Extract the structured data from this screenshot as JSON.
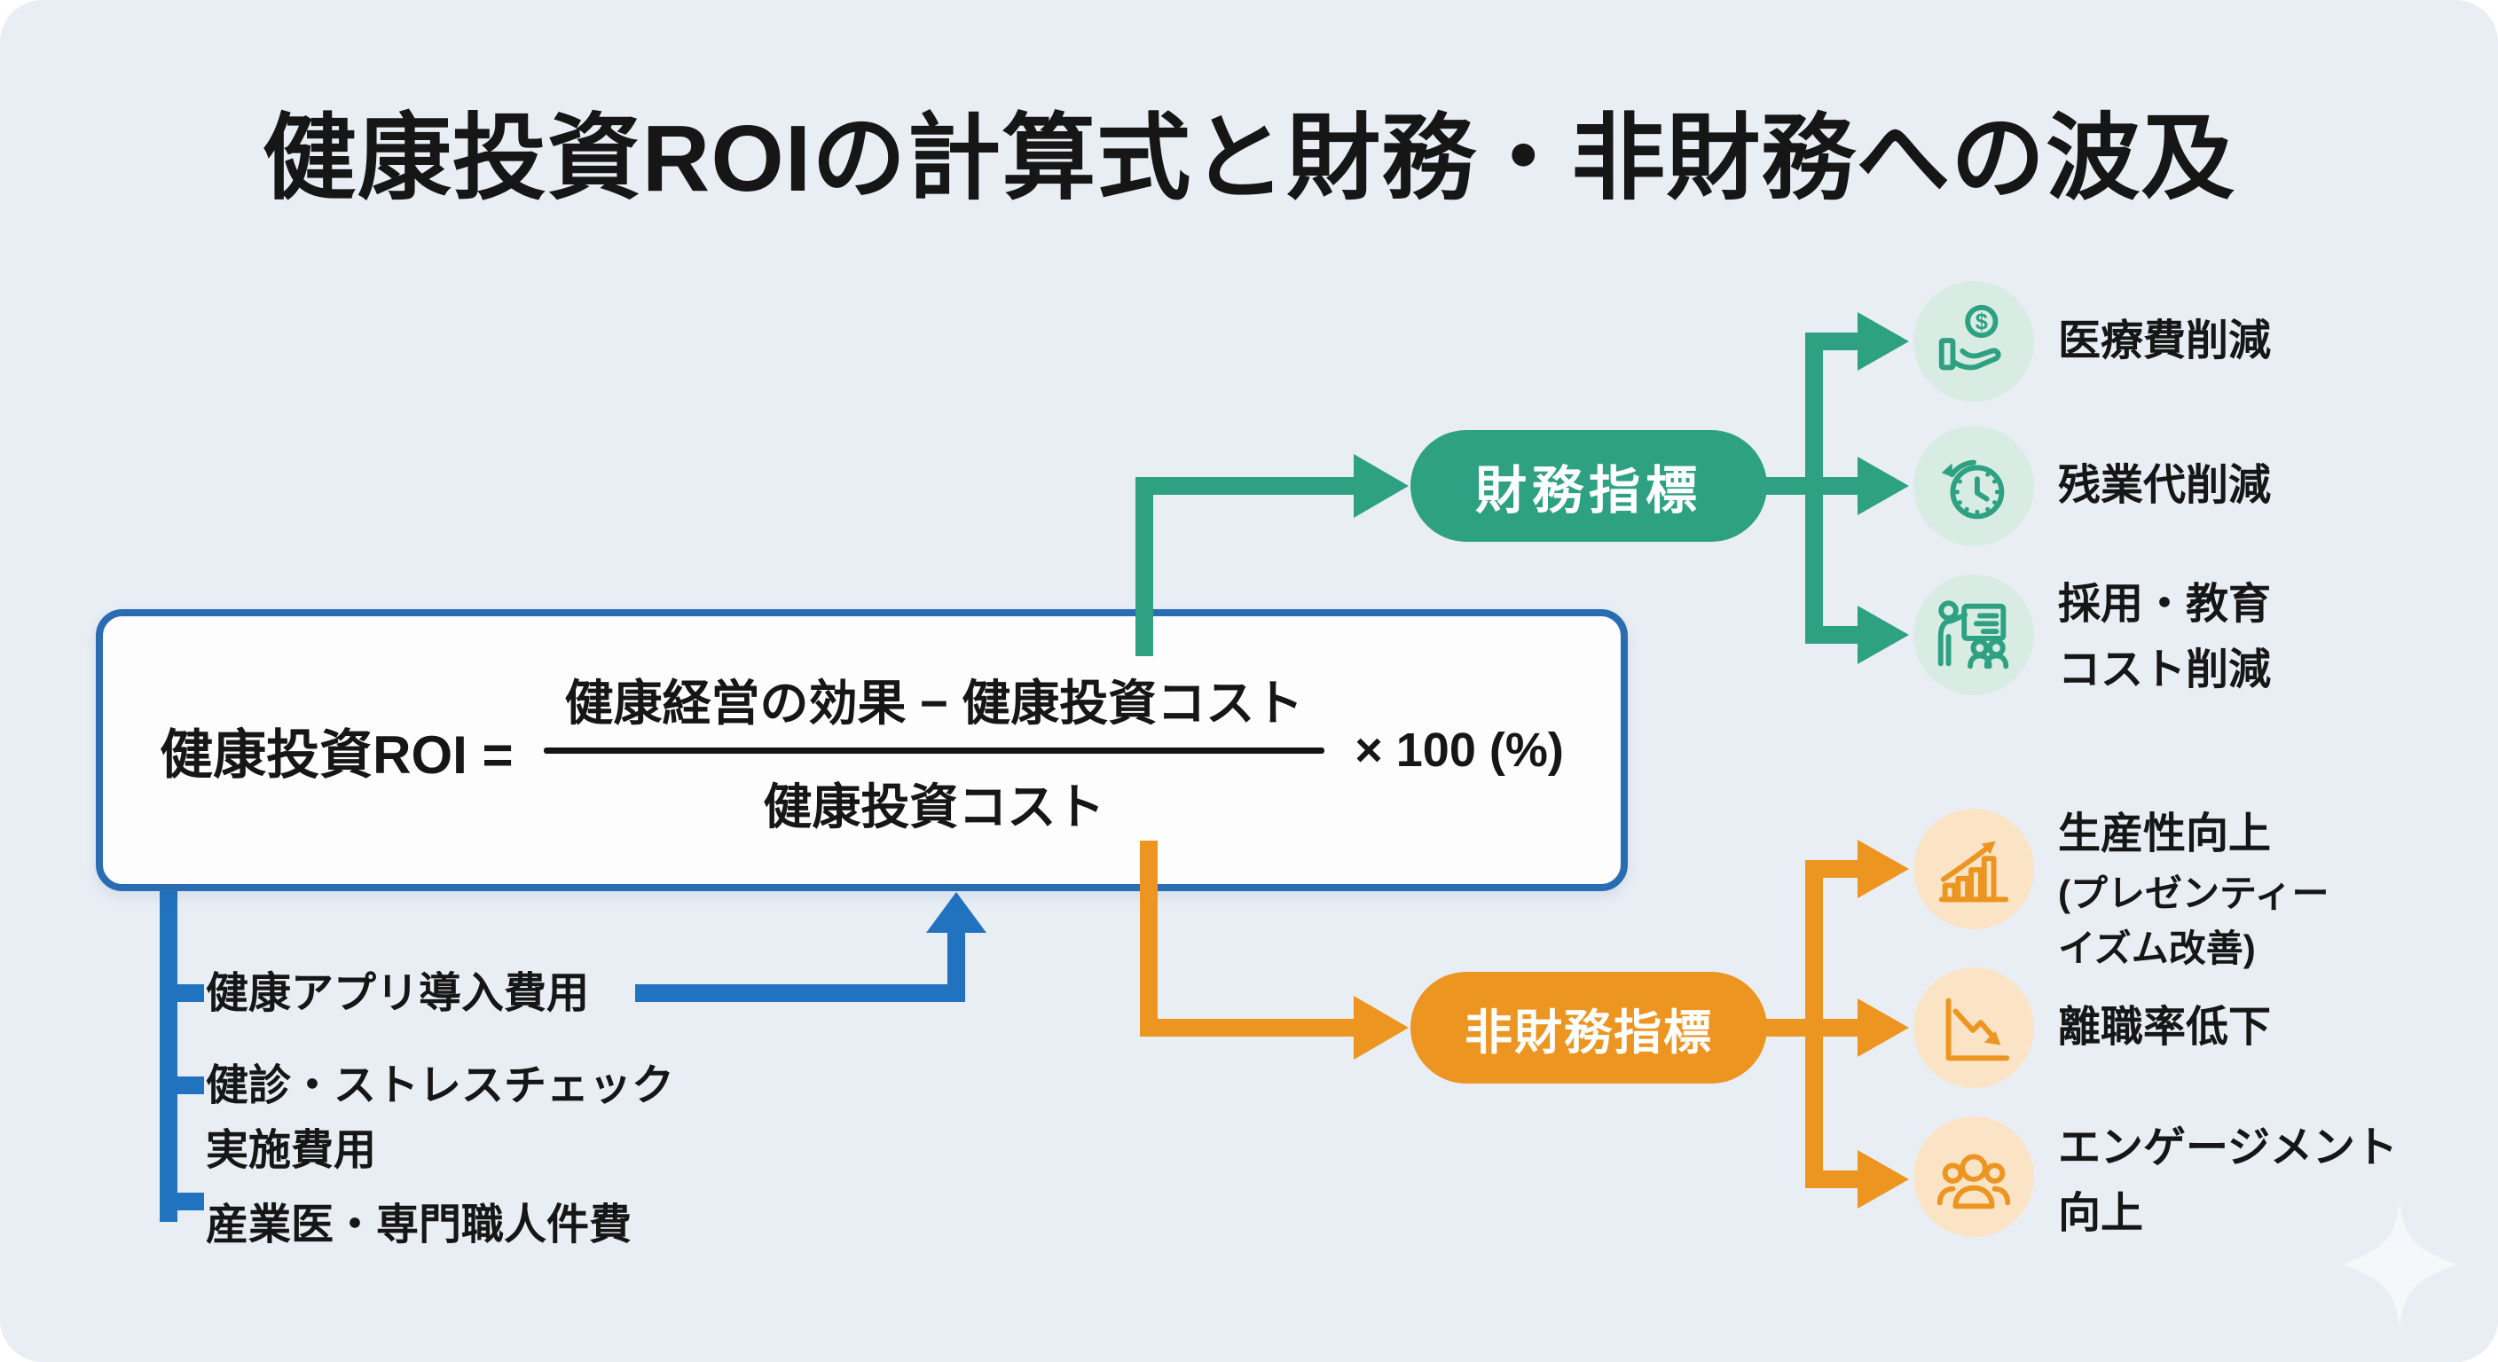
{
  "title": "健康投資ROIの計算式と財務・非財務への波及",
  "formula": {
    "lhs": "健康投資ROI =",
    "numerator": "健康経営の効果 − 健康投資コスト",
    "denominator": "健康投資コスト",
    "factor": "× 100 (%)"
  },
  "costs": {
    "items": [
      {
        "lines": [
          "健康アプリ導入費用"
        ]
      },
      {
        "lines": [
          "健診・ストレスチェック",
          "実施費用"
        ]
      },
      {
        "lines": [
          "産業医・専門職人件費"
        ]
      }
    ]
  },
  "financial": {
    "label": "財務指標",
    "items": [
      {
        "icon": "hand-coin-icon",
        "lines": [
          "医療費削減"
        ]
      },
      {
        "icon": "clock-history-icon",
        "lines": [
          "残業代削減"
        ]
      },
      {
        "icon": "training-icon",
        "lines": [
          "採用・教育",
          "コスト削減"
        ]
      }
    ]
  },
  "nonfinancial": {
    "label": "非財務指標",
    "items": [
      {
        "icon": "growth-chart-icon",
        "lines": [
          "生産性向上",
          "(プレゼンティー",
          "イズム改善)"
        ]
      },
      {
        "icon": "decline-chart-icon",
        "lines": [
          "離職率低下"
        ]
      },
      {
        "icon": "people-group-icon",
        "lines": [
          "エンゲージメント",
          "向上"
        ]
      }
    ]
  },
  "colors": {
    "green": "#2ea183",
    "green_light": "#d8ece3",
    "orange": "#ec9520",
    "orange_light": "#fbe3c6",
    "blue": "#2a6cb2",
    "blue_line": "#2173c0",
    "background": "#e9eef5",
    "ink": "#161616",
    "sparkle": "#f7fafc"
  }
}
